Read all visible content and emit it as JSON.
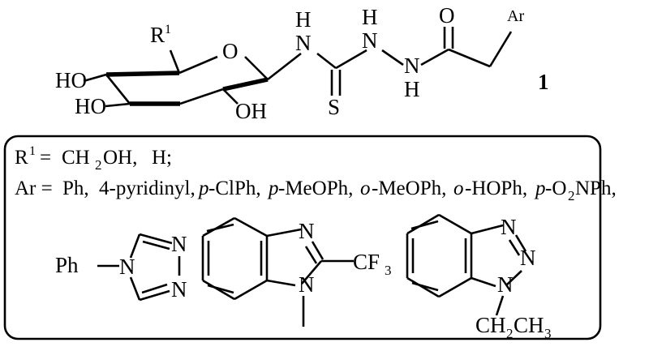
{
  "figure": {
    "type": "chemical-structure-scheme",
    "compound_number": "1",
    "title_text": ""
  },
  "main_structure": {
    "name": "N-glycosyl thiosemicarbazide aroyl derivative",
    "labels": {
      "r_group": "R",
      "r_group_superscript": "1",
      "ring_oxygen": "O",
      "ho_upper_left": "HO",
      "ho_lower_left": "HO",
      "oh_lower_right": "OH",
      "nh1_n": "N",
      "nh1_h": "H",
      "thione_s": "S",
      "nh2_h": "H",
      "nh2_n": "N",
      "nh3_n": "N",
      "nh3_h": "H",
      "carbonyl_o": "O",
      "aryl": "Ar"
    }
  },
  "legend_box": {
    "line1": {
      "r_symbol": "R",
      "r_superscript": "1",
      "equals": "=",
      "value_a_pre": "CH",
      "value_a_sub": "2",
      "value_a_post": "OH,",
      "value_b": "H;"
    },
    "line2": {
      "label": "Ar  =",
      "items": [
        {
          "prefix": "",
          "text": "Ph,"
        },
        {
          "prefix": "",
          "text": "4-pyridinyl,"
        },
        {
          "prefix": "p",
          "text": "-ClPh,"
        },
        {
          "prefix": "p",
          "text": "-MeOPh,"
        },
        {
          "prefix": "o",
          "text": "-MeOPh,"
        },
        {
          "prefix": "o",
          "text": "-HOPh,"
        },
        {
          "prefix": "p",
          "text": "-O"
        },
        {
          "prefix": "",
          "text": "2",
          "sub": true
        },
        {
          "prefix": "",
          "text": "NPh,"
        }
      ],
      "plain": "Ar = Ph, 4-pyridinyl, p-ClPh, p-MeOPh, o-MeOPh, o-HOPh, p-O2NPh,"
    }
  },
  "substituent_structures": [
    {
      "id": "phenyl-triazolyl",
      "name": "4-phenyl-4H-1,2,4-triazol-4-yl",
      "labels": {
        "ph": "Ph",
        "n4": "N",
        "n3": "N",
        "n2": "N"
      }
    },
    {
      "id": "methyl-trifluoromethyl-benzimidazolyl",
      "name": "1-methyl-2-(trifluoromethyl)-1H-benzimidazol-? -yl",
      "labels": {
        "n3": "N",
        "n1": "N",
        "cf3_text": "CF",
        "cf3_sub": "3"
      }
    },
    {
      "id": "ethyl-benzotriazolyl",
      "name": "1-ethyl-1H-benzotriazol-1-yl",
      "labels": {
        "n3": "N",
        "n2": "N",
        "n1": "N",
        "ethyl_c1": "CH",
        "ethyl_sub1": "2",
        "ethyl_c2": "CH",
        "ethyl_sub2": "3"
      }
    }
  ],
  "colors": {
    "ink": "#000000",
    "background": "#ffffff"
  }
}
